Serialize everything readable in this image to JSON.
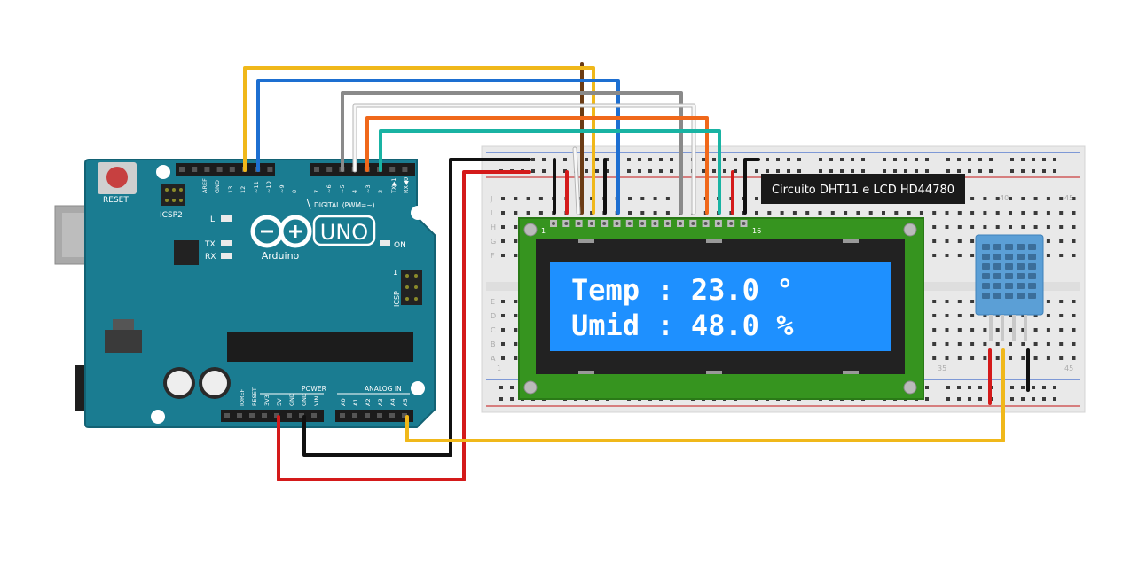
{
  "caption": "Circuito DHT11 e LCD HD44780",
  "arduino": {
    "reset_label": "RESET",
    "icsp2_label": "ICSP2",
    "icsp_label": "ICSP",
    "icsp_pin1": "1",
    "led_l": "L",
    "led_tx": "TX",
    "led_rx": "RX",
    "on_label": "ON",
    "brand": "Arduino",
    "model": "UNO",
    "digital_label": "DIGITAL (PWM=~)",
    "power_label": "POWER",
    "analog_label": "ANALOG IN",
    "digital_pins": [
      "AREF",
      "GND",
      "13",
      "12",
      "~11",
      "~10",
      "~9",
      "8",
      "7",
      "~6",
      "~5",
      "4",
      "~3",
      "2",
      "TX▶1",
      "RX◀0"
    ],
    "power_pins": [
      "IOREF",
      "RESET",
      "3V3",
      "5V",
      "GND",
      "GND",
      "VIN"
    ],
    "analog_pins": [
      "A0",
      "A1",
      "A2",
      "A3",
      "A4",
      "A5"
    ]
  },
  "breadboard": {
    "row_labels": [
      "J",
      "I",
      "H",
      "G",
      "F",
      "E",
      "D",
      "C",
      "B",
      "A"
    ],
    "col_numbers": [
      "1",
      "35",
      "40",
      "45"
    ]
  },
  "lcd": {
    "pin_first": "1",
    "pin_last": "16",
    "line1": "Temp : 23.0 °",
    "line2": "Umid : 48.0 %"
  }
}
